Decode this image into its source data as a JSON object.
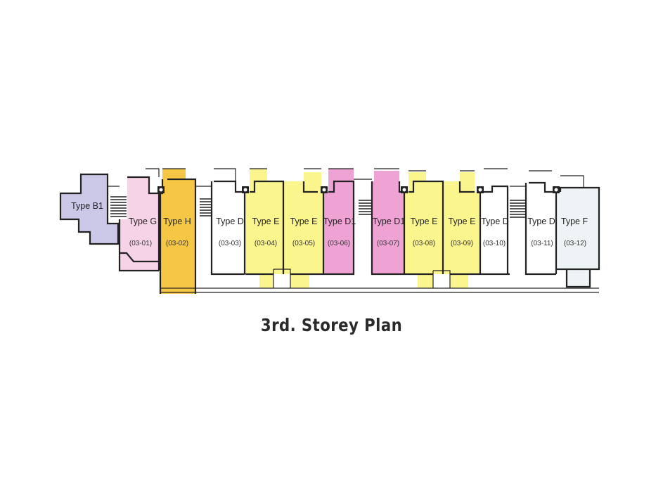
{
  "title": "3rd. Storey Plan",
  "units": [
    {
      "type": "Type B1",
      "number": "",
      "color": "#cbc8e8"
    },
    {
      "type": "Type G",
      "number": "(03-01)",
      "color": "#f7d3e7"
    },
    {
      "type": "Type H",
      "number": "(03-02)",
      "color": "#f5c744"
    },
    {
      "type": "Type D",
      "number": "(03-03)",
      "color": "#ffffff"
    },
    {
      "type": "Type E",
      "number": "(03-04)",
      "color": "#fbf58e"
    },
    {
      "type": "Type E",
      "number": "(03-05)",
      "color": "#fbf58e"
    },
    {
      "type": "Type D1",
      "number": "(03-06)",
      "color": "#efa3d4"
    },
    {
      "type": "Type D1",
      "number": "(03-07)",
      "color": "#efa3d4"
    },
    {
      "type": "Type E",
      "number": "(03-08)",
      "color": "#fbf58e"
    },
    {
      "type": "Type E",
      "number": "(03-09)",
      "color": "#fbf58e"
    },
    {
      "type": "Type D",
      "number": "(03-10)",
      "color": "#ffffff"
    },
    {
      "type": "Type D",
      "number": "(03-11)",
      "color": "#ffffff"
    },
    {
      "type": "Type F",
      "number": "(03-12)",
      "color": "#eef4f5"
    }
  ]
}
